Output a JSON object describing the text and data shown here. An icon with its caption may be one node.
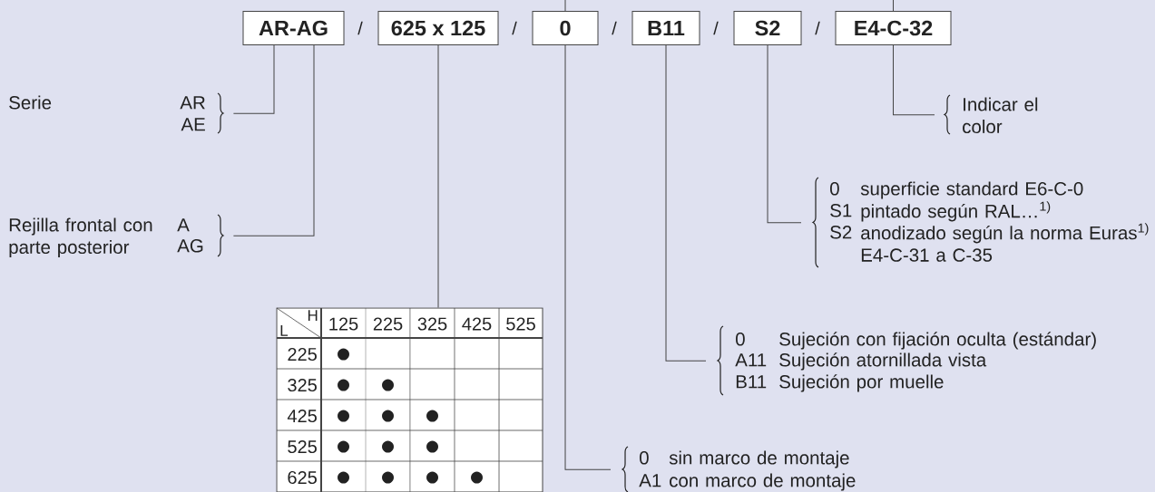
{
  "diagram": {
    "nodes": [
      {
        "text": [
          "AR-AG"
        ]
      },
      {
        "text": [
          "625 x 125"
        ]
      },
      {
        "text": [
          "0"
        ]
      },
      {
        "text": [
          "B11"
        ]
      },
      {
        "text": [
          "S2"
        ]
      },
      {
        "text": [
          "E4-C-32"
        ]
      },
      {
        "text": [
          "Serie",
          "AR",
          "AE"
        ]
      },
      {
        "text": [
          "Rejilla frontal con parte posterior",
          "A",
          "AG"
        ]
      },
      {
        "text": [
          "H",
          "L",
          "125",
          "225",
          "325",
          "425",
          "525",
          "225",
          "●",
          "325",
          "●",
          "●",
          "425",
          "●",
          "●",
          "●",
          "525",
          "●",
          "●",
          "●",
          "625",
          "●",
          "●",
          "●",
          "●"
        ]
      },
      {
        "text": [
          "0",
          "sin marco de montaje",
          "A1",
          "con marco de montaje"
        ]
      },
      {
        "text": [
          "0",
          "Sujeción con fijación oculta (estándar)",
          "A11",
          "Sujeción atornillada vista",
          "B11",
          "Sujeción por muelle"
        ]
      },
      {
        "text": [
          "0",
          "superficie standard E6-C-0",
          "S1",
          "pintado según RAL…$^{1)}$",
          "S2",
          "anodizado según la norma Euras$^{1)}$ E4-C-31 a C-35"
        ]
      },
      {
        "text": [
          "Indicar el color"
        ]
      }
    ],
    "edges": [
      {
        "from": 0,
        "to": 6,
        "arrow": "none"
      },
      {
        "from": 0,
        "to": 7,
        "arrow": "none"
      },
      {
        "from": 1,
        "to": 8,
        "arrow": "none"
      },
      {
        "from": null,
        "to": 2,
        "arrow": "none"
      },
      {
        "from": 2,
        "to": 9,
        "arrow": "none"
      },
      {
        "from": 3,
        "to": 10,
        "arrow": "none"
      },
      {
        "from": 4,
        "to": 11,
        "arrow": "none"
      },
      {
        "from": null,
        "to": 5,
        "arrow": "none"
      },
      {
        "from": 5,
        "to": 12,
        "arrow": "none"
      }
    ],
    "labels": [
      "/",
      "/",
      "/",
      "/",
      "/"
    ]
  }
}
